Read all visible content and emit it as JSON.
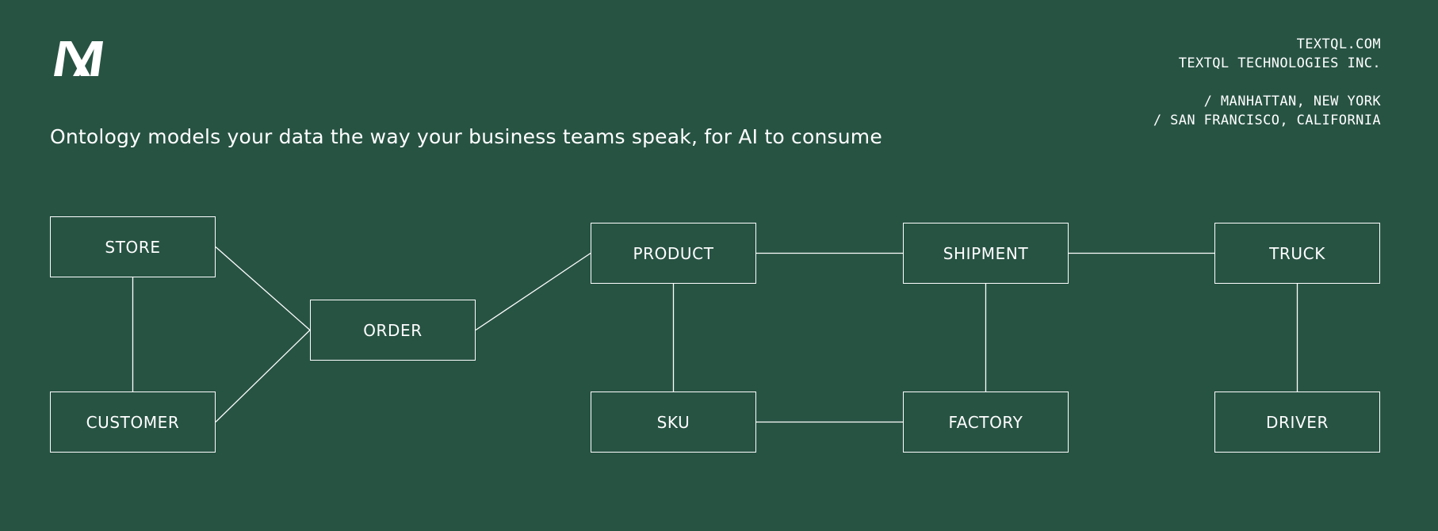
{
  "company": {
    "website": "TEXTQL.COM",
    "name": "TEXTQL TECHNOLOGIES INC.",
    "locations": [
      "/ MANHATTAN, NEW YORK",
      "/ SAN FRANCISCO, CALIFORNIA"
    ]
  },
  "headline": "Ontology models your data the way your business teams speak, for AI to consume",
  "diagram": {
    "nodes": {
      "store": "STORE",
      "customer": "CUSTOMER",
      "order": "ORDER",
      "product": "PRODUCT",
      "sku": "SKU",
      "shipment": "SHIPMENT",
      "factory": "FACTORY",
      "truck": "TRUCK",
      "driver": "DRIVER"
    },
    "edges": [
      [
        "store",
        "customer"
      ],
      [
        "store",
        "order"
      ],
      [
        "customer",
        "order"
      ],
      [
        "order",
        "product"
      ],
      [
        "product",
        "shipment"
      ],
      [
        "shipment",
        "truck"
      ],
      [
        "product",
        "sku"
      ],
      [
        "shipment",
        "factory"
      ],
      [
        "sku",
        "factory"
      ],
      [
        "truck",
        "driver"
      ]
    ]
  },
  "colors": {
    "background": "#275343",
    "foreground": "#ffffff"
  },
  "icons": {
    "logo": "textql-logo-icon"
  }
}
